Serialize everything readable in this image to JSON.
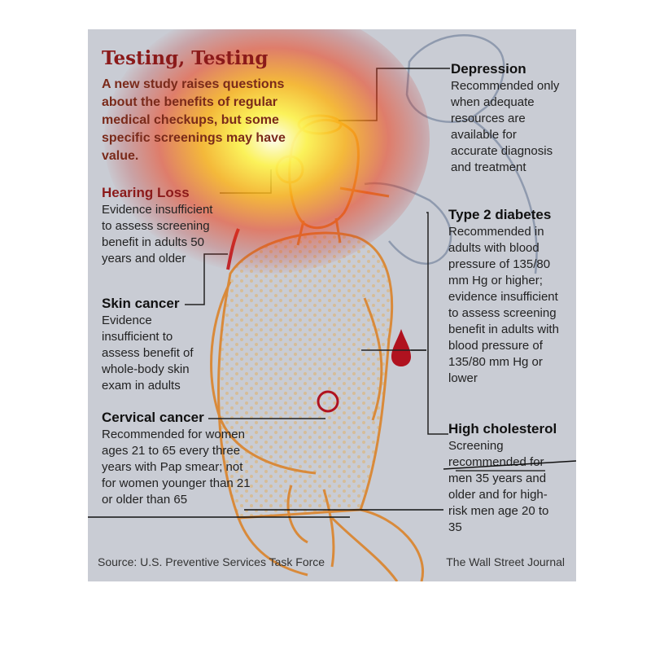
{
  "header": {
    "title": "Testing, Testing",
    "subtitle": "A new study raises questions about the benefits of regular medical checkups, but some specific screenings may have value."
  },
  "items": {
    "hearing": {
      "heading": "Hearing Loss",
      "body": "Evidence insufficient to assess screening benefit in adults 50 years and older"
    },
    "skin": {
      "heading": "Skin cancer",
      "body": "Evidence insufficient to assess benefit of whole-body skin exam in adults"
    },
    "cervical": {
      "heading": "Cervical cancer",
      "body": "Recommended for women ages 21 to 65 every three years with Pap smear; not for women younger than 21 or older than 65"
    },
    "depression": {
      "heading": "Depression",
      "body": "Recommended only when adequate resources are available for accurate diagnosis and treatment"
    },
    "diabetes": {
      "heading": "Type 2 diabetes",
      "body": "Recommended in adults with blood pressure of 135/80 mm Hg or higher; evidence insufficient to assess screening benefit in adults with blood pressure of 135/80 mm Hg or lower"
    },
    "cholesterol": {
      "heading": "High cholesterol",
      "body": "Screening recommended for men 35 years and older and for high-risk men age 20 to 35"
    }
  },
  "footer": {
    "source": "Source: U.S. Preventive Services Task Force",
    "credit": "The Wall Street Journal"
  },
  "colors": {
    "background": "#c9ccd4",
    "title": "#8b1a1a",
    "outline": "#d98a3a",
    "blood": "#b0121f",
    "connector": "#222222"
  }
}
